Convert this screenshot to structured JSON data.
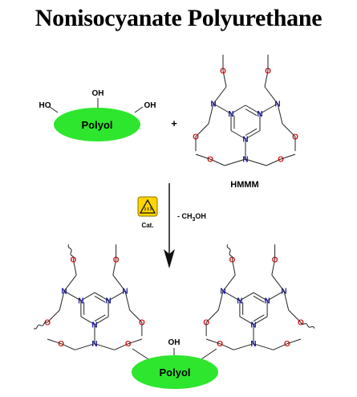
{
  "title": "Nonisocyanate Polyurethane",
  "reactants": {
    "polyol_label": "Polyol",
    "hydroxyl_labels": [
      "HO",
      "OH",
      "OH"
    ],
    "plus": "+",
    "hmmm_label": "HMMM"
  },
  "conditions": {
    "catalyst_label": "Cat.",
    "byproduct": "- CH3OH",
    "byproduct_prefix": "- CH",
    "byproduct_subscript": "3",
    "byproduct_suffix": "OH",
    "hazard_icon": "hot-surface-warning-icon"
  },
  "product": {
    "polyol_label": "Polyol",
    "hydroxyl_label": "OH"
  },
  "atoms": {
    "nitrogen": "N",
    "oxygen": "O"
  },
  "colors": {
    "polyol_fill": "#2ee62e",
    "nitrogen": "#1a1aa8",
    "oxygen": "#d11a1a",
    "bond": "#222222",
    "warning_fill": "#ffd500"
  }
}
